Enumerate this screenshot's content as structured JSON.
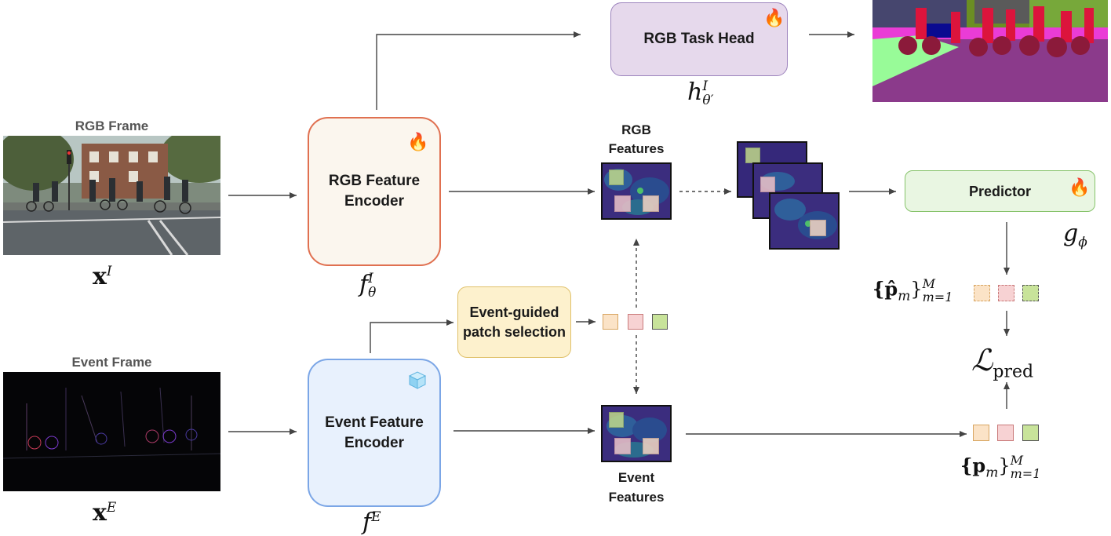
{
  "inputs": {
    "rgb_caption": "RGB Frame",
    "event_caption": "Event Frame",
    "rgb_symbol": "x",
    "rgb_symbol_sup": "I",
    "event_symbol": "x",
    "event_symbol_sup": "E"
  },
  "encoders": {
    "rgb_label_line1": "RGB Feature",
    "rgb_label_line2": "Encoder",
    "rgb_symbol": "f",
    "rgb_symbol_sup": "I",
    "rgb_symbol_sub": "θ",
    "event_label_line1": "Event Feature",
    "event_label_line2": "Encoder",
    "event_symbol": "f",
    "event_symbol_sup": "E"
  },
  "task_head": {
    "label": "RGB Task Head",
    "symbol": "h",
    "symbol_sup": "I",
    "symbol_sub": "θ′"
  },
  "patch_selection": {
    "label_line1": "Event-guided",
    "label_line2": "patch selection"
  },
  "features": {
    "rgb_line1": "RGB",
    "rgb_line2": "Features",
    "event_line1": "Event",
    "event_line2": "Features"
  },
  "predictor": {
    "label": "Predictor",
    "symbol": "g",
    "symbol_sub": "ϕ"
  },
  "loss": {
    "symbol": "ℒ",
    "symbol_sub": "pred",
    "pred_set": "{p̂",
    "pred_set_sub": "m",
    "pred_set_close": "}",
    "pred_set_sup": "M",
    "pred_set_range": "m=1",
    "target_set": "{p",
    "target_set_sub": "m",
    "target_set_close": "}",
    "target_set_sup": "M",
    "target_set_range": "m=1"
  },
  "icons": {
    "trainable": "flame-icon",
    "frozen": "ice-cube-icon"
  },
  "colors": {
    "rgb_encoder_border": "#e07050",
    "rgb_encoder_fill": "#fbf6ee",
    "event_encoder_border": "#7ba6e6",
    "event_encoder_fill": "#e8f1fd",
    "task_head_border": "#9d84bd",
    "task_head_fill": "#e6d9ec",
    "patch_sel_border": "#e0c16a",
    "patch_sel_fill": "#fdf1cd",
    "predictor_border": "#86c36a",
    "predictor_fill": "#e9f6e2",
    "patch_orange": "#fbe3c7",
    "patch_pink": "#f7d2d3",
    "patch_green": "#c8e39a"
  }
}
